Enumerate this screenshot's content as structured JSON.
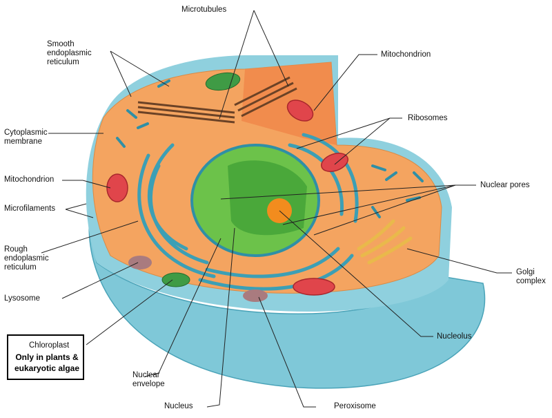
{
  "labels": {
    "microtubules": "Microtubules",
    "smooth_er": [
      "Smooth",
      "endoplasmic",
      "reticulum"
    ],
    "mito_top": "Mitochondrion",
    "ribosomes": "Ribosomes",
    "cyto_membrane": [
      "Cytoplasmic",
      "membrane"
    ],
    "mito_left": "Mitochondrion",
    "microfilaments": "Microfilaments",
    "nuclear_pores": "Nuclear pores",
    "rough_er": [
      "Rough",
      "endoplasmic",
      "reticulum"
    ],
    "golgi": [
      "Golgi",
      "complex"
    ],
    "lysosome": "Lysosome",
    "nucleolus": "Nucleolus",
    "chloroplast": "Chloroplast",
    "chloroplast_note": [
      "Only in plants &",
      "eukaryotic algae"
    ],
    "nuclear_envelope": [
      "Nuclear",
      "envelope"
    ],
    "nucleus": "Nucleus",
    "peroxisome": "Peroxisome"
  },
  "colors": {
    "cytoplasm": "#f4a460",
    "membrane_blue": "#7fc8d8",
    "er_teal": "#3c9fb5",
    "nucleus_green": "#6cc24a",
    "nucleolus_orange": "#f28c1e",
    "mito_red": "#e0454b",
    "golgi_yellow": "#e9b94b",
    "lysosome_mauve": "#a97b7f",
    "microtubule_brown": "#6b4226"
  }
}
